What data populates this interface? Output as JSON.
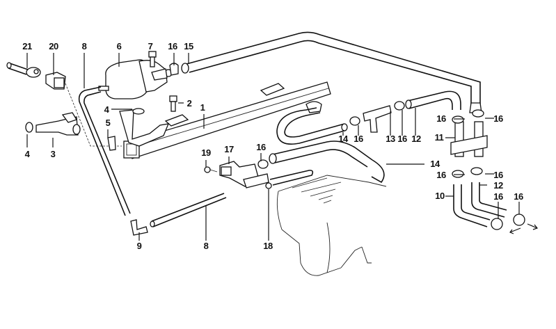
{
  "diagram": {
    "title": "Fuel injection system – exploded parts diagram",
    "callouts": [
      {
        "id": "c21",
        "label": "21",
        "part": "hose connector"
      },
      {
        "id": "c20",
        "label": "20",
        "part": "plug"
      },
      {
        "id": "c8a",
        "label": "8",
        "part": "vacuum hose"
      },
      {
        "id": "c6",
        "label": "6",
        "part": "fuel pressure regulator"
      },
      {
        "id": "c7",
        "label": "7",
        "part": "bolt"
      },
      {
        "id": "c16a",
        "label": "16",
        "part": "hose clamp"
      },
      {
        "id": "c15",
        "label": "15",
        "part": "fuel return hose"
      },
      {
        "id": "c4a",
        "label": "4",
        "part": "o-ring"
      },
      {
        "id": "c2",
        "label": "2",
        "part": "bolt"
      },
      {
        "id": "c1",
        "label": "1",
        "part": "fuel rail"
      },
      {
        "id": "c5",
        "label": "5",
        "part": "clip"
      },
      {
        "id": "c4b",
        "label": "4",
        "part": "o-ring"
      },
      {
        "id": "c3",
        "label": "3",
        "part": "fuel injector"
      },
      {
        "id": "c19",
        "label": "19",
        "part": "screw"
      },
      {
        "id": "c17",
        "label": "17",
        "part": "valve"
      },
      {
        "id": "c16b",
        "label": "16",
        "part": "hose clamp"
      },
      {
        "id": "c14a",
        "label": "14",
        "part": "hose"
      },
      {
        "id": "c16c",
        "label": "16",
        "part": "hose clamp"
      },
      {
        "id": "c13",
        "label": "13",
        "part": "t-connector"
      },
      {
        "id": "c16d",
        "label": "16",
        "part": "hose clamp"
      },
      {
        "id": "c12a",
        "label": "12",
        "part": "fuel feed hose"
      },
      {
        "id": "c14b",
        "label": "14",
        "part": "hose"
      },
      {
        "id": "c16e",
        "label": "16",
        "part": "hose clamp"
      },
      {
        "id": "c16f",
        "label": "16",
        "part": "hose clamp"
      },
      {
        "id": "c11",
        "label": "11",
        "part": "double connector"
      },
      {
        "id": "c16g",
        "label": "16",
        "part": "hose clamp"
      },
      {
        "id": "c16h",
        "label": "16",
        "part": "hose clamp"
      },
      {
        "id": "c12b",
        "label": "12",
        "part": "fuel hose"
      },
      {
        "id": "c10",
        "label": "10",
        "part": "fuel hose"
      },
      {
        "id": "c16i",
        "label": "16",
        "part": "hose clamp"
      },
      {
        "id": "c16j",
        "label": "16",
        "part": "hose clamp"
      },
      {
        "id": "c9",
        "label": "9",
        "part": "elbow connector"
      },
      {
        "id": "c8b",
        "label": "8",
        "part": "vacuum hose"
      },
      {
        "id": "c18",
        "label": "18",
        "part": "o-ring"
      }
    ]
  }
}
